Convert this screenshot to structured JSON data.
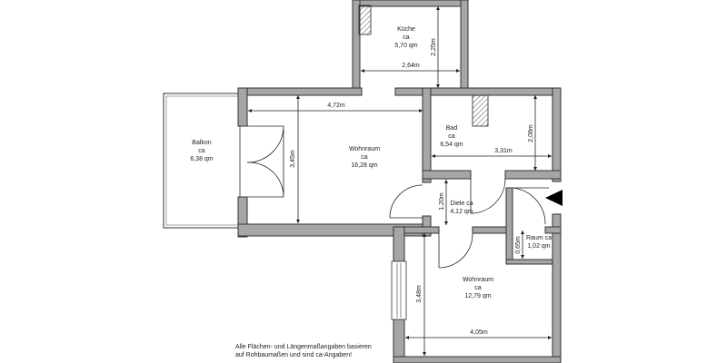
{
  "rooms": {
    "kueche": {
      "name": "Küche",
      "ca": "ca",
      "area": "5,70 qm",
      "width": "2,64m",
      "height": "2,25m"
    },
    "bad": {
      "name": "Bad",
      "ca": "ca",
      "area": "6,54 qm",
      "width": "3,31m",
      "height": "2,08m"
    },
    "balkon": {
      "name": "Balkon",
      "ca": "ca",
      "area": "6,38 qm"
    },
    "wohnraum1": {
      "name": "Wohnraum",
      "ca": "ca",
      "area": "16,28 qm",
      "width": "4,72m",
      "height": "3,45m"
    },
    "diele": {
      "name": "Diele ca",
      "area": "4,12 qm",
      "height": "1,20m"
    },
    "raum": {
      "name": "Raum ca",
      "area": "1,02 qm",
      "height": "0,65m"
    },
    "wohnraum2": {
      "name": "Wohnraum",
      "ca": "ca",
      "area": "12,79 qm",
      "width": "4,05m",
      "height": "3,48m"
    }
  },
  "note": {
    "line1": "Alle Flächen- und Längenmaßangaben basieren",
    "line2": "auf Rohbaumaßen und sind ca-Angaben!"
  },
  "icons": {
    "entrance": "entrance-arrow-icon"
  }
}
